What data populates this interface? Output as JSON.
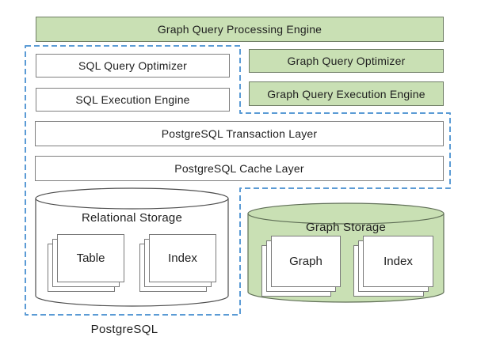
{
  "diagram": {
    "engine_box": {
      "label": "Graph Query Processing Engine"
    },
    "sql_optimizer": {
      "label": "SQL Query Optimizer"
    },
    "sql_execution": {
      "label": "SQL Execution Engine"
    },
    "graph_optimizer": {
      "label": "Graph Query Optimizer"
    },
    "graph_execution": {
      "label": "Graph Query Execution Engine"
    },
    "transaction_layer": {
      "label": "PostgreSQL Transaction Layer"
    },
    "cache_layer": {
      "label": "PostgreSQL Cache Layer"
    },
    "relational_storage": {
      "label": "Relational Storage",
      "items": [
        {
          "label": "Table"
        },
        {
          "label": "Index"
        }
      ]
    },
    "graph_storage": {
      "label": "Graph Storage",
      "items": [
        {
          "label": "Graph"
        },
        {
          "label": "Index"
        }
      ]
    },
    "postgresql_label": "PostgreSQL",
    "colors": {
      "green_fill": "#c9e0b4",
      "green_border": "#6f7d65",
      "white_box_border": "#7f7f7f",
      "dashed_boundary_blue": "#5b9bd5",
      "cylinder_border": "#4d4d4d",
      "text": "#1f1f1f",
      "background": "#ffffff"
    }
  }
}
